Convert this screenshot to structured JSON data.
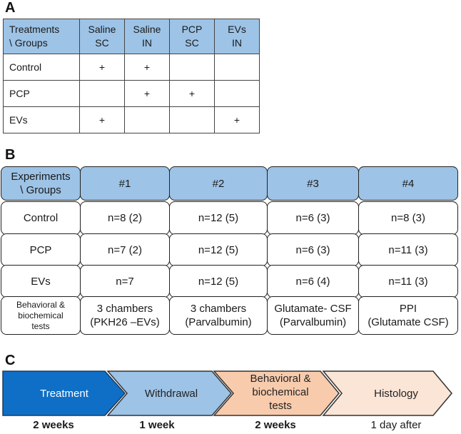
{
  "labels": {
    "a": "A",
    "b": "B",
    "c": "C"
  },
  "table_a": {
    "header": [
      [
        "Treatments",
        "\\ Groups"
      ],
      [
        "Saline",
        "SC"
      ],
      [
        "Saline",
        "IN"
      ],
      [
        "PCP",
        "SC"
      ],
      [
        "EVs",
        "IN"
      ]
    ],
    "rows": [
      {
        "label": "Control",
        "cells": [
          "+",
          "+",
          "",
          ""
        ]
      },
      {
        "label": "PCP",
        "cells": [
          "",
          "+",
          "+",
          ""
        ]
      },
      {
        "label": "EVs",
        "cells": [
          "+",
          "",
          "",
          "+"
        ]
      }
    ]
  },
  "table_b": {
    "header": {
      "corner": [
        "Experiments",
        "\\ Groups"
      ],
      "cols": [
        "#1",
        "#2",
        "#3",
        "#4"
      ]
    },
    "rows": [
      {
        "label": "Control",
        "cells": [
          "n=8 (2)",
          "n=12 (5)",
          "n=6 (3)",
          "n=8 (3)"
        ]
      },
      {
        "label": "PCP",
        "cells": [
          "n=7 (2)",
          "n=12 (5)",
          "n=6 (3)",
          "n=11 (3)"
        ]
      },
      {
        "label": "EVs",
        "cells": [
          "n=7",
          "n=12 (5)",
          "n=6 (4)",
          "n=11 (3)"
        ]
      }
    ],
    "tests": {
      "label": [
        "Behavioral &",
        "biochemical",
        "tests"
      ],
      "cells": [
        [
          "3 chambers",
          "(PKH26 –EVs)"
        ],
        [
          "3 chambers",
          "(Parvalbumin)"
        ],
        [
          "Glutamate- CSF",
          "(Parvalbumin)"
        ],
        [
          "PPI",
          "(Glutamate CSF)"
        ]
      ]
    }
  },
  "timeline": {
    "steps": [
      {
        "label": [
          "Treatment"
        ],
        "duration": "2 weeks",
        "fill": "#0f6fc6",
        "text_color": "#ffffff"
      },
      {
        "label": [
          "Withdrawal"
        ],
        "duration": "1 week",
        "fill": "#9dc3e6",
        "text_color": "#222222"
      },
      {
        "label": [
          "Behavioral &",
          "biochemical",
          "tests"
        ],
        "duration": "2 weeks",
        "fill": "#f8cbad",
        "text_color": "#222222"
      },
      {
        "label": [
          "Histology"
        ],
        "duration": "1 day after",
        "fill": "#fbe5d6",
        "text_color": "#222222"
      }
    ]
  },
  "colors": {
    "header_blue": "#9dc3e6",
    "treatment_blue": "#0f6fc6",
    "withdrawal_blue": "#9dc3e6",
    "behavior_peach": "#f8cbad",
    "histology_peach": "#fbe5d6"
  }
}
